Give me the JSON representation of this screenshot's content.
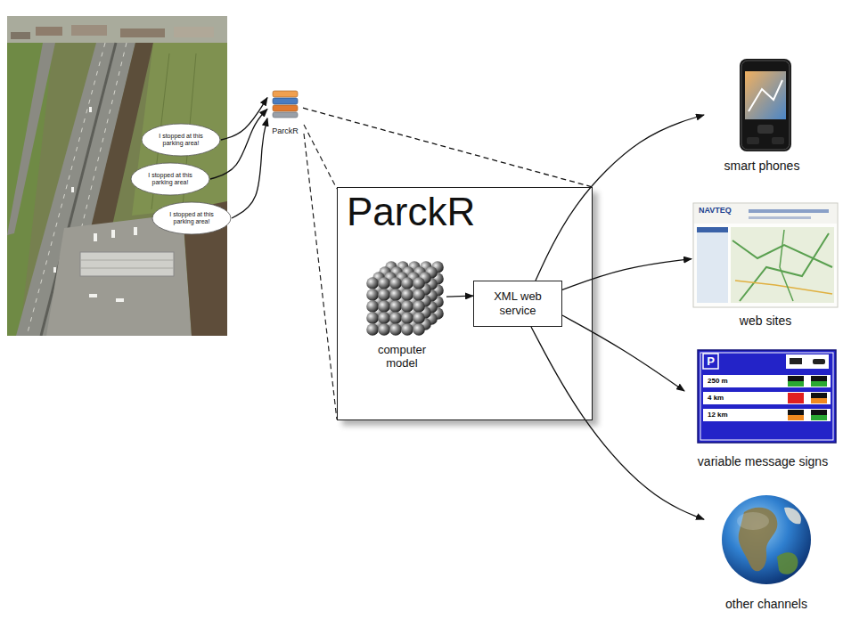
{
  "diagram": {
    "nodes": [
      {
        "text": [
          "I stopped at this parking area!"
        ]
      },
      {
        "text": [
          "I stopped at this parking area!"
        ]
      },
      {
        "text": [
          "I stopped at this parking area!"
        ]
      },
      {
        "text": [
          "ParckR"
        ]
      },
      {
        "text": [
          "ParckR"
        ]
      },
      {
        "text": [
          "computer model"
        ],
        "in": 4
      },
      {
        "text": [
          "XML web service"
        ],
        "in": 4
      },
      {
        "text": [
          "smart phones"
        ]
      },
      {
        "text": [
          "web sites"
        ]
      },
      {
        "text": [
          "variable message signs"
        ]
      },
      {
        "text": [
          "other channels"
        ]
      }
    ],
    "edges": [
      {
        "from": 0,
        "to": 3,
        "arrow": "to"
      },
      {
        "from": 1,
        "to": 3,
        "arrow": "to"
      },
      {
        "from": 2,
        "to": 3,
        "arrow": "to"
      },
      {
        "from": 3,
        "to": 4,
        "arrow": "none"
      },
      {
        "from": 5,
        "to": 6,
        "arrow": "to"
      },
      {
        "from": 6,
        "to": 7,
        "arrow": "to"
      },
      {
        "from": 6,
        "to": 8,
        "arrow": "to"
      },
      {
        "from": 6,
        "to": 9,
        "arrow": "to"
      },
      {
        "from": 6,
        "to": 10,
        "arrow": "to"
      }
    ],
    "labels": [
      "NAVTEQ",
      "P",
      "250 m",
      "4 km",
      "12 km"
    ]
  }
}
